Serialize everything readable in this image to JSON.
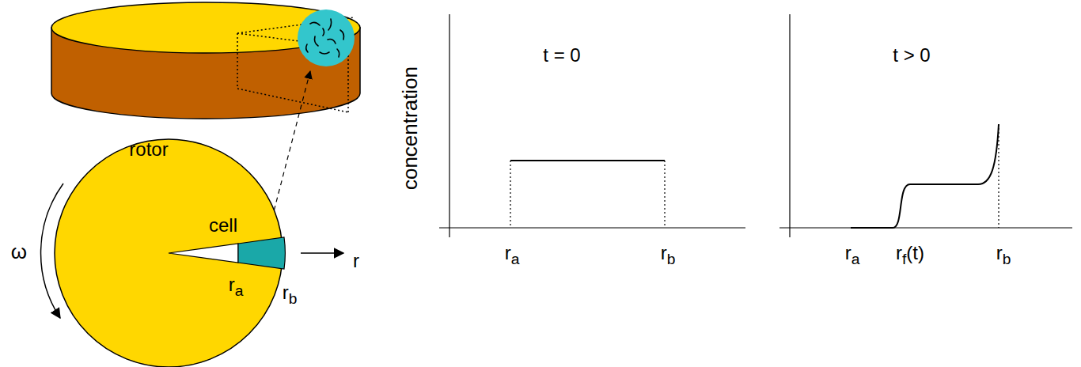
{
  "diagram": {
    "nodes": [
      {
        "text": [
          "rotor"
        ]
      },
      {
        "text": [
          "cell"
        ],
        "in": 0
      }
    ],
    "labels": [
      "ω",
      "ra",
      "rb",
      "r",
      "concentration",
      "t = 0",
      "ra",
      "rb",
      "t > 0",
      "ra",
      "rf(t)",
      "rb"
    ]
  }
}
